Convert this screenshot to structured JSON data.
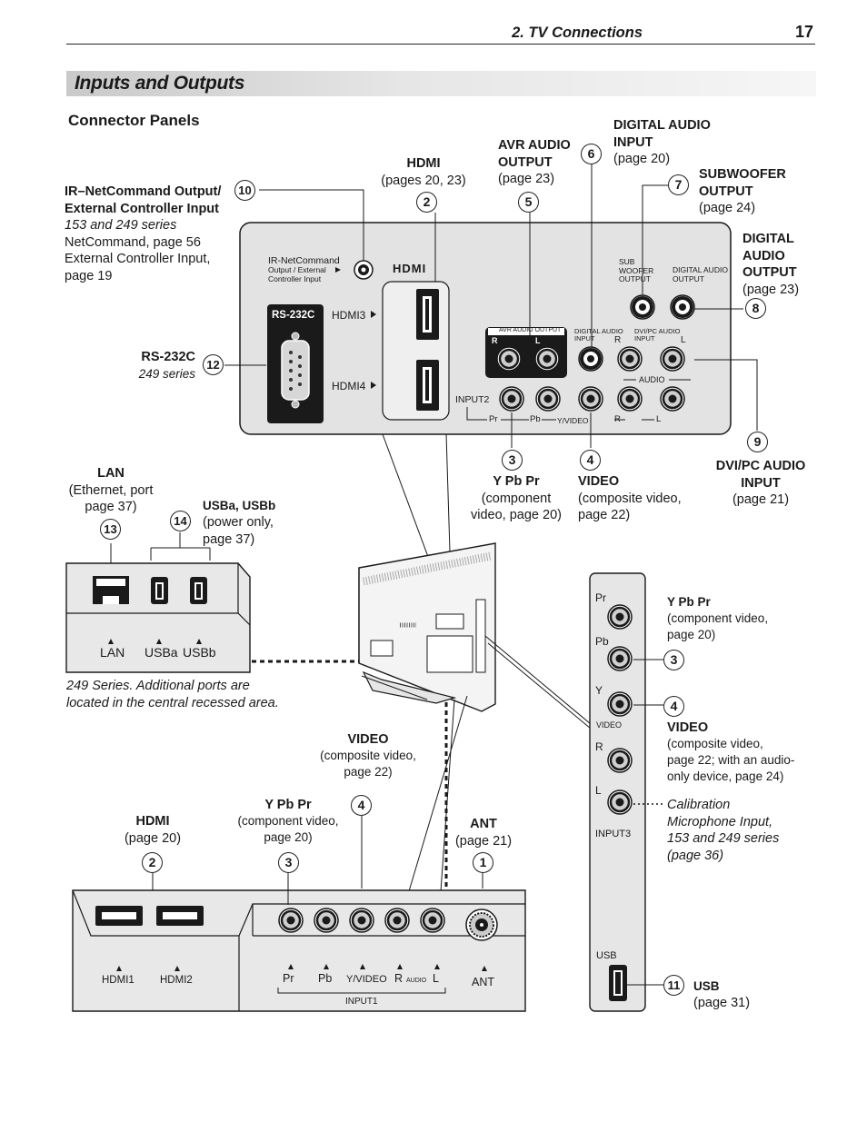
{
  "header": {
    "section": "2. TV Connections",
    "page_number": "17"
  },
  "section_title": "Inputs and Outputs",
  "subsection_title": "Connector Panels",
  "callouts": {
    "ir": {
      "title1": "IR–NetCommand Output/",
      "title2": "External Controller Input",
      "series": "153 and 249 series",
      "line1": "NetCommand, page 56",
      "line2": "External Controller Input,",
      "line3": "page 19"
    },
    "hdmi_top": {
      "title": "HDMI",
      "pages": "(pages 20, 23)"
    },
    "avr_audio": {
      "title1": "AVR AUDIO",
      "title2": "OUTPUT",
      "page": "(page 23)"
    },
    "digital_audio_input": {
      "title1": "DIGITAL AUDIO",
      "title2": "INPUT",
      "page": "(page 20)"
    },
    "subwoofer": {
      "title1": "SUBWOOFER",
      "title2": "OUTPUT",
      "page": "(page 24)"
    },
    "digital_audio_output": {
      "title1": "DIGITAL",
      "title2": "AUDIO",
      "title3": "OUTPUT",
      "page": "(page 23)"
    },
    "rs232c": {
      "title": "RS-232C",
      "series": "249 series"
    },
    "ypbpr_center": {
      "title": "Y Pb Pr",
      "line1": "(component",
      "line2": "video, page 20)"
    },
    "video_center": {
      "title": "VIDEO",
      "line1": "(composite video,",
      "line2": "page 22)"
    },
    "dvi_pc": {
      "title1": "DVI/PC AUDIO",
      "title2": "INPUT",
      "page": "(page 21)"
    },
    "lan": {
      "title": "LAN",
      "line1": "(Ethernet, port",
      "line2": "page 37)"
    },
    "usb_ab": {
      "title": "USBa, USBb",
      "line1": "(power only,",
      "line2": "page 37)"
    },
    "note": {
      "line1": "249 Series.  Additional ports are",
      "line2": "located in the central recessed area."
    },
    "side_ypbpr": {
      "title": "Y Pb Pr",
      "line1": "(component video,",
      "line2": "page 20)"
    },
    "side_video": {
      "title": "VIDEO",
      "line1": "(composite video,",
      "line2": "page 22; with an audio-",
      "line3": "only device, page 24)"
    },
    "calibration": {
      "line1": "Calibration",
      "line2": "Microphone Input,",
      "line3": "153 and 249 series",
      "line4": "(page 36)"
    },
    "bottom_video": {
      "title": "VIDEO",
      "line1": "(composite video,",
      "line2": "page 22)"
    },
    "bottom_ypbpr": {
      "title": "Y Pb Pr",
      "line1": "(component video,",
      "line2": "page 20)"
    },
    "bottom_hdmi": {
      "title": "HDMI",
      "page": "(page 20)"
    },
    "ant": {
      "title": "ANT",
      "page": "(page 21)"
    },
    "usb": {
      "title": "USB",
      "page": "(page 31)"
    }
  },
  "numbers": {
    "n1": "1",
    "n2": "2",
    "n3": "3",
    "n4": "4",
    "n5": "5",
    "n6": "6",
    "n7": "7",
    "n8": "8",
    "n9": "9",
    "n10": "10",
    "n11": "11",
    "n12": "12",
    "n13": "13",
    "n14": "14"
  },
  "panel_labels": {
    "ir_netcommand": "IR-NetCommand",
    "output_external": "Output / External",
    "controller_input": "Controller Input",
    "hdmi_logo": "HDMI",
    "rs232c": "RS-232C",
    "hdmi3": "HDMI3",
    "hdmi4": "HDMI4",
    "sub_woofer": "SUB",
    "woofer": "WOOFER",
    "output": "OUTPUT",
    "digital_audio": "DIGITAL AUDIO",
    "avr_audio_output": "AVR AUDIO OUTPUT",
    "r": "R",
    "l": "L",
    "digital_audio_input_small": "DIGITAL AUDIO",
    "input": "INPUT",
    "dvi_pc_audio": "DVI/PC AUDIO",
    "audio": "AUDIO",
    "input2": "INPUT2",
    "pr": "Pr",
    "pb": "Pb",
    "y_video": "Y/VIDEO",
    "lan": "LAN",
    "usba": "USBa",
    "usbb": "USBb",
    "side_pr": "Pr",
    "side_pb": "Pb",
    "side_y": "Y",
    "side_video": "VIDEO",
    "side_r": "R",
    "side_l": "L",
    "input3": "INPUT3",
    "usb": "USB",
    "hdmi1": "HDMI1",
    "hdmi2": "HDMI2",
    "b_pr": "Pr",
    "b_pb": "Pb",
    "b_yvideo": "Y/VIDEO",
    "b_r": "R",
    "b_audio": "AUDIO",
    "b_l": "L",
    "ant": "ANT",
    "input1": "INPUT1"
  }
}
